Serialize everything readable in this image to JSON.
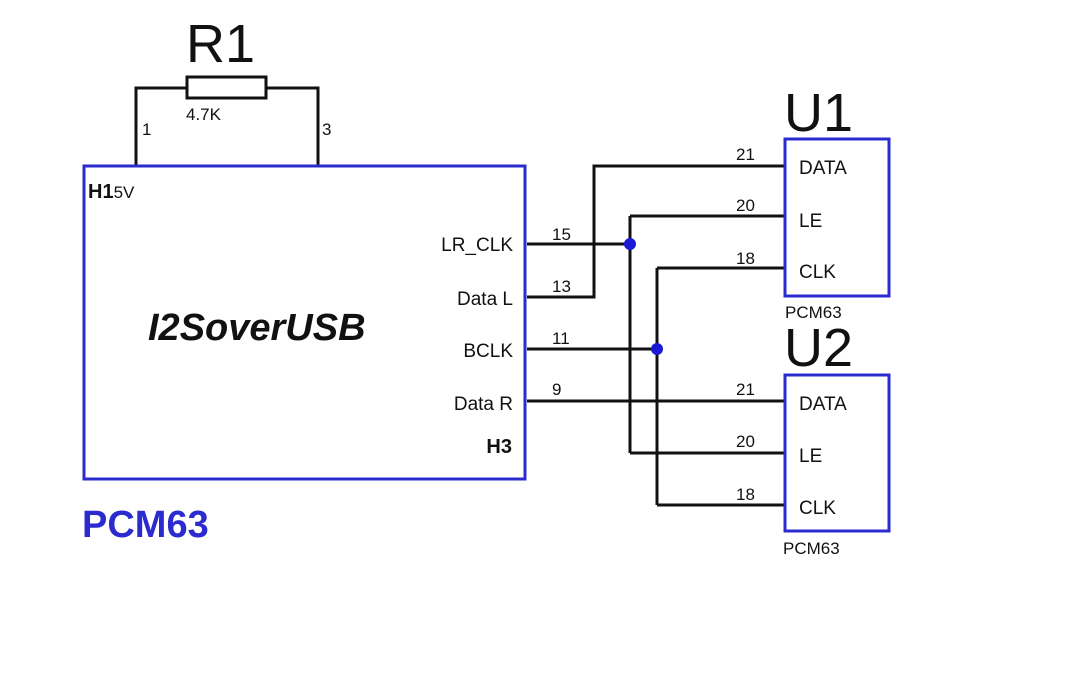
{
  "resistor": {
    "refdes": "R1",
    "value": "4.7K",
    "pin_left": "1",
    "pin_right": "3"
  },
  "main_block": {
    "header_label": "H1",
    "header_voltage": "5V",
    "title": "I2SoverUSB",
    "footer_label": "H3",
    "part_label": "PCM63",
    "pins": [
      {
        "name": "LR_CLK",
        "number": "15"
      },
      {
        "name": "Data L",
        "number": "13"
      },
      {
        "name": "BCLK",
        "number": "11"
      },
      {
        "name": "Data R",
        "number": "9"
      }
    ]
  },
  "u1": {
    "refdes": "U1",
    "part_label": "PCM63",
    "pins": [
      {
        "name": "DATA",
        "number": "21"
      },
      {
        "name": "LE",
        "number": "20"
      },
      {
        "name": "CLK",
        "number": "18"
      }
    ]
  },
  "u2": {
    "refdes": "U2",
    "part_label": "PCM63",
    "pins": [
      {
        "name": "DATA",
        "number": "21"
      },
      {
        "name": "LE",
        "number": "20"
      },
      {
        "name": "CLK",
        "number": "18"
      }
    ]
  },
  "colors": {
    "box_outline": "#2b2bd0",
    "wire": "#111111",
    "junction": "#1a1ad6",
    "part_label": "#2b2bd0"
  }
}
